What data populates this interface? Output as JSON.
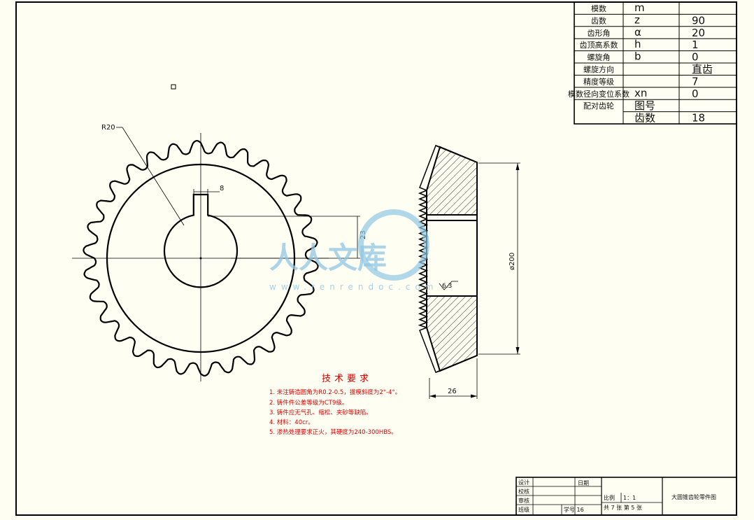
{
  "param_table": [
    {
      "name": "模数",
      "sym": "m",
      "value": ""
    },
    {
      "name": "齿数",
      "sym": "z",
      "value": "90"
    },
    {
      "name": "齿形角",
      "sym": "α",
      "value": "20"
    },
    {
      "name": "齿顶高系数",
      "sym": "h",
      "value": "1"
    },
    {
      "name": "螺旋角",
      "sym": "b",
      "value": "0"
    },
    {
      "name": "螺旋方向",
      "sym": "",
      "value": "直齿"
    },
    {
      "name": "精度等级",
      "sym": "",
      "value": "7"
    },
    {
      "name": "模数径向变位系数",
      "sym": "xn",
      "value": "0"
    }
  ],
  "mating_gear": {
    "label": "配对齿轮",
    "drawing_no_label": "图号",
    "drawing_no_value": "",
    "teeth_label": "齿数",
    "teeth_value": "18"
  },
  "dimensions": {
    "radius": "R20",
    "keyway_width": "8",
    "keyway_depth": "23",
    "outer_dia": "ø200",
    "face_width": "26",
    "roughness": "6.3"
  },
  "tech_requirements": {
    "title": "技术要求",
    "items": [
      "1. 未注铸造圆角为R0.2-0.5，拔模斜度为2°-4°。",
      "2. 铸件件公差等级为CT9级。",
      "3. 铸件应无气孔、缩松、夹砂等缺陷。",
      "4. 材料：40cr。",
      "5. 渗热处理要求正火，其硬度为240-300HBS。"
    ]
  },
  "title_block": {
    "design": "设计",
    "check": "校核",
    "review": "审核",
    "class": "班级",
    "date": "日期",
    "student_no": "学号 16",
    "scale_label": "比例",
    "scale_value": "1：1",
    "sheets": "共 7 张 第 5 张",
    "drawing_title": "大圆锥齿轮零件图"
  },
  "watermark": {
    "text": "人人文库",
    "url": "www.renrendoc.com"
  },
  "colors": {
    "paper": "#fffef2",
    "line": "#000000",
    "tech_red": "#e00000",
    "watermark": "#8fc7e6"
  }
}
